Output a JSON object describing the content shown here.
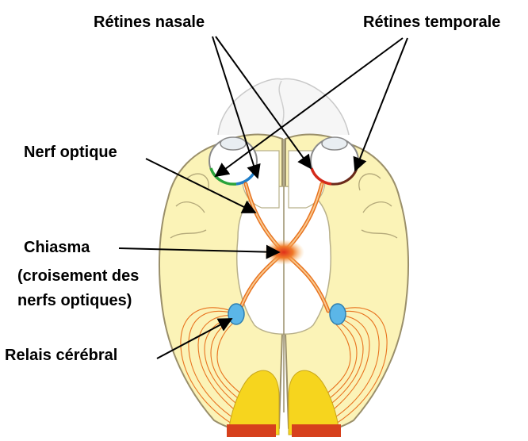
{
  "labels": {
    "nasal_retinas": "Rétines nasale",
    "temporal_retinas": "Rétines temporale",
    "optic_nerve": "Nerf optique",
    "chiasma": "Chiasma",
    "chiasma_detail_line1": "(croisement des",
    "chiasma_detail_line2": "nerfs optiques)",
    "relay": "Relais cérébral"
  },
  "colors": {
    "hemisphere_fill": "#fbf3b7",
    "outline": "#9a8f6a",
    "optic_path": "#e8731f",
    "chiasma_core": "#e0301a",
    "relay_body": "#5bb6e8",
    "nasal_retina_left": "#1f7ec9",
    "temporal_retina_left": "#2aa33a",
    "retina_red": "#d42a1a",
    "occipital_red": "#d6401c",
    "occipital_yellow": "#f6d51e",
    "arrow": "#000000"
  }
}
